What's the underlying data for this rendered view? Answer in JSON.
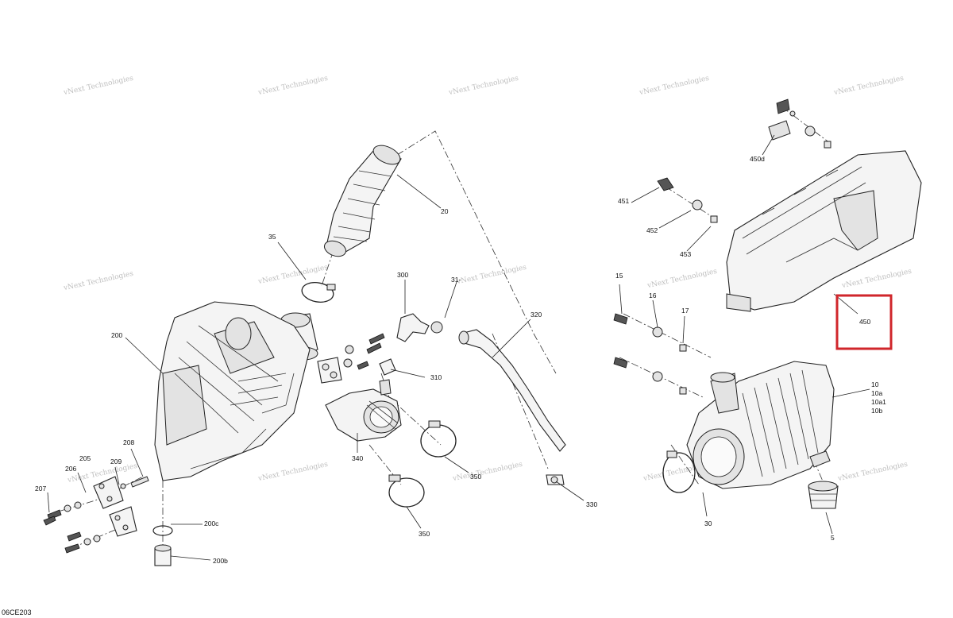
{
  "diagram": {
    "code": "06CE203",
    "watermark_text": "vNext Technologies",
    "highlight_color": "#d0262b",
    "highlighted_callout": "450",
    "callouts": {
      "c20": "20",
      "c35": "35",
      "c200": "200",
      "c300": "300",
      "c310": "310",
      "c320": "320",
      "c330": "330",
      "c340": "340",
      "c350a": "350",
      "c350b": "350",
      "c200c": "200c",
      "c200b": "200b",
      "c205": "205",
      "c206": "206",
      "c207": "207",
      "c208": "208",
      "c209": "209",
      "c15": "15",
      "c16": "16",
      "c17": "17",
      "c30": "30",
      "c5": "5",
      "c10": "10",
      "c10a": "10a",
      "c10a1": "10a1",
      "c10b": "10b",
      "c450": "450",
      "c450d": "450d",
      "c451": "451",
      "c452": "452",
      "c453": "453",
      "c31x": "31‑"
    }
  }
}
